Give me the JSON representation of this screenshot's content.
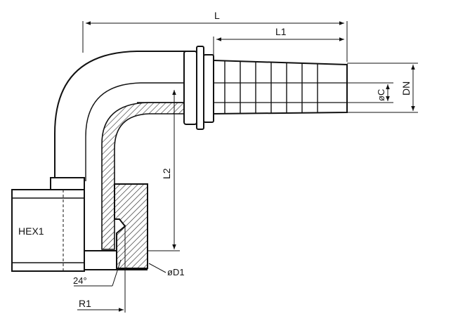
{
  "labels": {
    "L": "L",
    "L1": "L1",
    "L2": "L2",
    "diam_C": "øC",
    "DN": "DN",
    "HEX1": "HEX1",
    "angle": "24°",
    "R1": "R1",
    "diam_D1": "øD1"
  }
}
